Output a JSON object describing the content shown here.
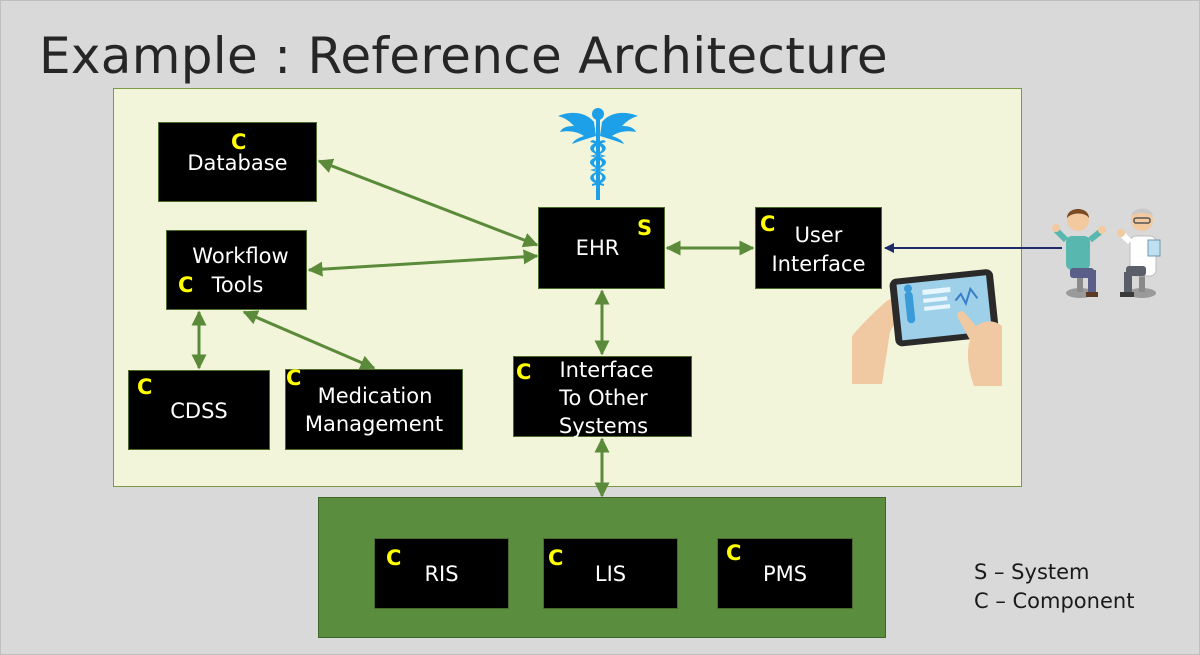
{
  "title": "Example : Reference Architecture",
  "boxes": {
    "database": {
      "label": "Database",
      "marker": "C"
    },
    "workflow": {
      "line1": "Workflow",
      "line2": "Tools",
      "marker": "C"
    },
    "cdss": {
      "label": "CDSS",
      "marker": "C"
    },
    "medication": {
      "line1": "Medication",
      "line2": "Management",
      "marker": "C"
    },
    "ehr": {
      "label": "EHR",
      "marker": "S"
    },
    "user_interface": {
      "line1": "User",
      "line2": "Interface",
      "marker": "C"
    },
    "interface_other": {
      "line1": "Interface",
      "line2": "To Other",
      "line3": "Systems",
      "marker": "C"
    },
    "ris": {
      "label": "RIS",
      "marker": "C"
    },
    "lis": {
      "label": "LIS",
      "marker": "C"
    },
    "pms": {
      "label": "PMS",
      "marker": "C"
    }
  },
  "legend": {
    "system": "S – System",
    "component": "C – Component"
  },
  "colors": {
    "arrow": "#5b8a3a",
    "navy_arrow": "#1f2a6b",
    "marker": "#ffff00",
    "caduceus": "#1ea0e8"
  },
  "icons": [
    "caduceus-icon",
    "people-icon",
    "tablet-icon"
  ]
}
